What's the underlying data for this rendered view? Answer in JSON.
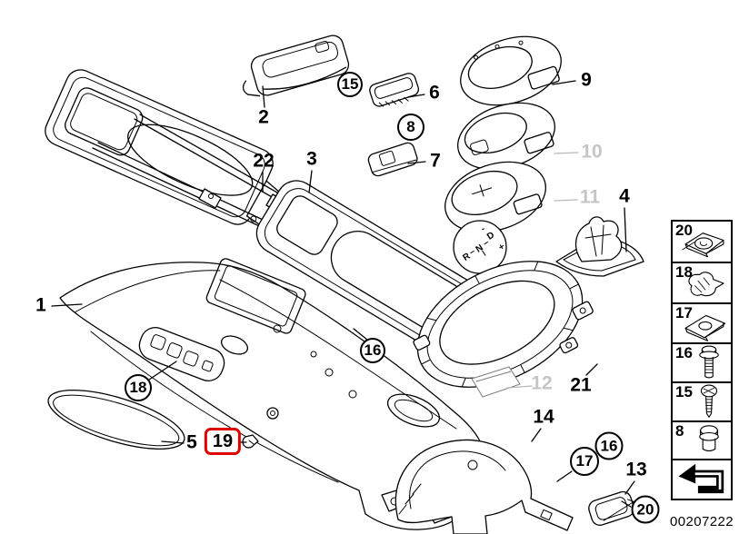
{
  "labels": {
    "part1": "1",
    "part2": "2",
    "part3": "3",
    "part4": "4",
    "part5": "5",
    "part6": "6",
    "part7": "7",
    "part8": "8",
    "part9": "9",
    "part10": "10",
    "part11": "11",
    "part12": "12",
    "part13": "13",
    "part14": "14",
    "part15": "15",
    "part16": "16",
    "part16b": "16",
    "part17": "17",
    "part18": "18",
    "part19": "19",
    "part20": "20",
    "part21": "21",
    "part22": "22"
  },
  "shift_pattern": {
    "r": "R",
    "n": "N",
    "d": "D",
    "plus": "+",
    "minus": "-"
  },
  "legend": {
    "items": [
      {
        "number": "20",
        "icon": "clip-nut-icon"
      },
      {
        "number": "18",
        "icon": "cage-clip-icon"
      },
      {
        "number": "17",
        "icon": "speed-nut-icon"
      },
      {
        "number": "16",
        "icon": "flange-bolt-icon"
      },
      {
        "number": "15",
        "icon": "tapping-screw-icon"
      },
      {
        "number": "8",
        "icon": "plug-icon"
      }
    ],
    "arrow_icon": "bent-arrow-icon",
    "footer_code": "00207222"
  },
  "colors": {
    "highlight_red": "#e10000",
    "muted_gray": "#c5c5c5",
    "line_black": "#000000"
  }
}
